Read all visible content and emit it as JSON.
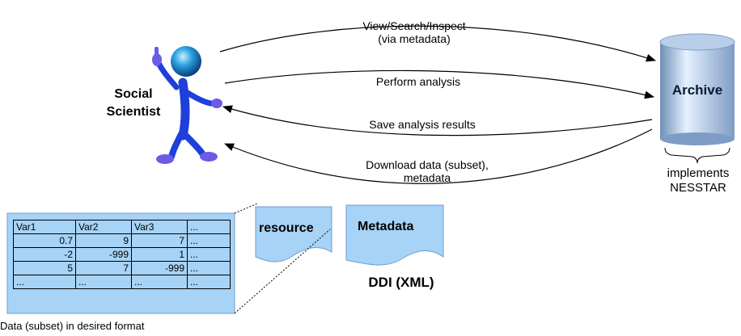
{
  "actor": {
    "name_line1": "Social",
    "name_line2": "Scientist"
  },
  "archive": {
    "label": "Archive",
    "impl_line1": "implements",
    "impl_line2": "NESSTAR"
  },
  "arrows": [
    {
      "line1": "View/Search/Inspect",
      "line2": "(via metadata)"
    },
    {
      "line1": "Perform analysis"
    },
    {
      "line1": "Save analysis results"
    },
    {
      "line1": "Download data (subset),",
      "line2": "metadata"
    }
  ],
  "docs": {
    "resource": "resource",
    "metadata": "Metadata",
    "ddi": "DDI (XML)"
  },
  "table": {
    "headers": [
      "Var1",
      "Var2",
      "Var3",
      "..."
    ],
    "rows": [
      [
        "0.7",
        "9",
        "7",
        "..."
      ],
      [
        "-2",
        "-999",
        "1",
        "..."
      ],
      [
        "5",
        "7",
        "-999",
        "..."
      ],
      [
        "...",
        "...",
        "...",
        "..."
      ]
    ],
    "caption": "Data (subset) in desired format"
  },
  "colors": {
    "fill": "#a7d3f7",
    "figure": "#1f3fd9",
    "head": "#1b86c9"
  }
}
